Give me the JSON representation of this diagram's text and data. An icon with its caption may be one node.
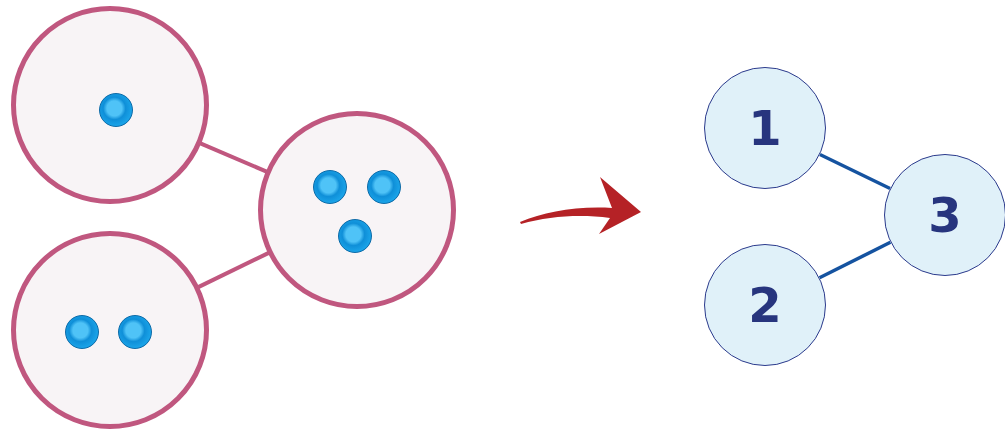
{
  "diagram": {
    "nodes": [
      {
        "text": [],
        "shape": "circle"
      },
      {
        "text": [],
        "shape": "circle"
      },
      {
        "text": [],
        "shape": "circle"
      },
      {
        "text": [
          "1"
        ]
      },
      {
        "text": [
          "2"
        ]
      },
      {
        "text": [
          "3"
        ]
      }
    ],
    "edges": [
      {
        "from": 0,
        "to": 2,
        "arrow": "none"
      },
      {
        "from": 1,
        "to": 2,
        "arrow": "none"
      },
      {
        "from": 3,
        "to": 5,
        "arrow": "none",
        "color": "#1553a0"
      },
      {
        "from": 4,
        "to": 5,
        "arrow": "none",
        "color": "#1553a0"
      }
    ]
  }
}
